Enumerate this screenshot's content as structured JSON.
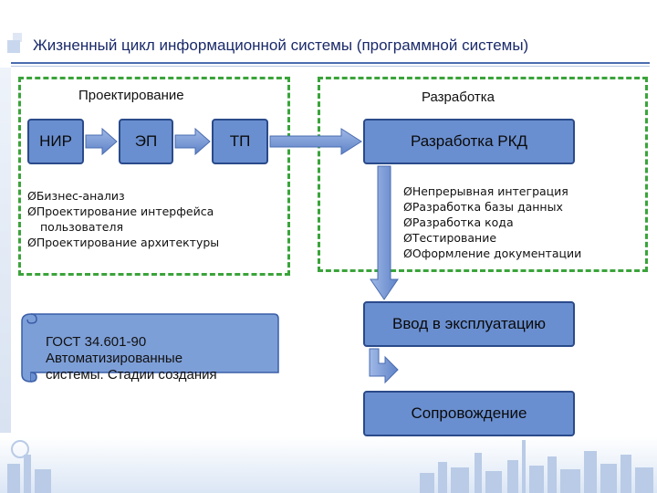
{
  "header": {
    "title": "Жизненный цикл информационной системы (программной системы)"
  },
  "design": {
    "label": "Проектирование",
    "stages": [
      "НИР",
      "ЭП",
      "ТП"
    ],
    "items": [
      "Бизнес-анализ",
      "Проектирование интерфейса",
      "пользователя",
      "Проектирование архитектуры"
    ]
  },
  "development": {
    "label": "Разработка",
    "stage": "Разработка РКД",
    "items": [
      "Непрерывная интеграция",
      "Разработка базы данных",
      "Разработка кода",
      "Тестирование",
      "Оформление документации"
    ]
  },
  "standard": {
    "lines": [
      "ГОСТ 34.601-90",
      "Автоматизированные",
      "системы. Стадии создания"
    ]
  },
  "deployment": {
    "label": "Ввод в эксплуатацию"
  },
  "support": {
    "label": "Сопровождение"
  },
  "colors": {
    "box_fill": "#6a8fd0",
    "box_border": "#2a4a8a",
    "frame": "#3aa43a",
    "arrow": "#7a9ad6",
    "note_fill": "#7d9fd8"
  }
}
